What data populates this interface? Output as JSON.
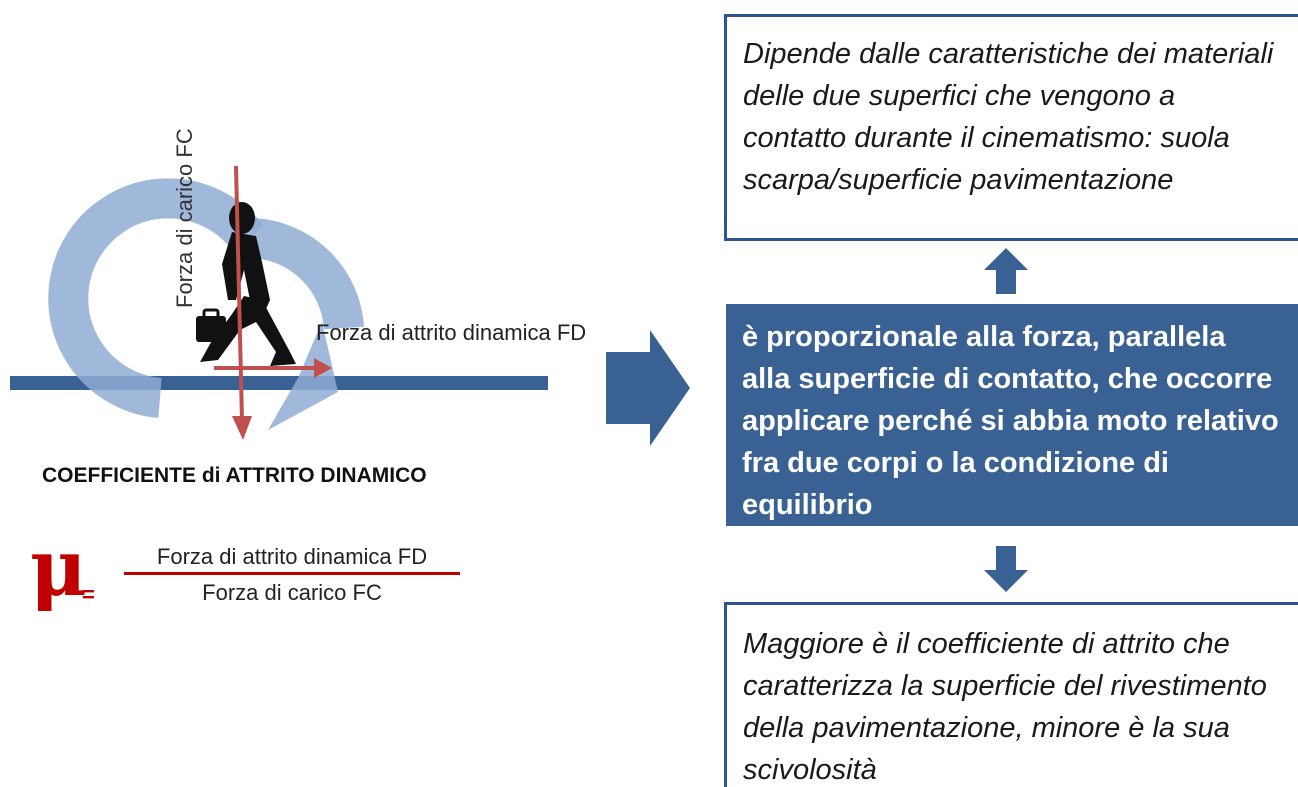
{
  "diagram": {
    "labels": {
      "load_force": "Forza di carico FC",
      "friction_force": "Forza di attrito dinamica FD"
    },
    "coefficient_title": "COEFFICIENTE di ATTRITO DINAMICO",
    "formula": {
      "symbol": "μ",
      "equals": "=",
      "numerator": "Forza di attrito dinamica FD",
      "denominator": "Forza di carico FC"
    },
    "boxes": {
      "top": "Dipende dalle caratteristiche dei materiali delle due superfici che vengono a contatto durante il cinematismo: suola scarpa/superficie pavimentazione",
      "middle": "è proporzionale alla forza, parallela alla superficie di contatto, che occorre applicare perché si abbia moto relativo fra due corpi o la condizione di equilibrio",
      "bottom": "Maggiore è il coefficiente di attrito che caratterizza la superficie del rivestimento della pavimentazione, minore è la sua scivolosità"
    },
    "colors": {
      "accent_blue": "#3a6193",
      "box_border": "#2f5496",
      "circular_arrow": "#9bb4d6",
      "force_arrow": "#c0504d",
      "formula_red": "#c00000",
      "silhouette": "#111111"
    },
    "icons": {
      "person": "walking-businessman-silhouette-icon",
      "rotation": "circular-arrow-icon",
      "flow": "block-arrow-right-icon"
    }
  }
}
